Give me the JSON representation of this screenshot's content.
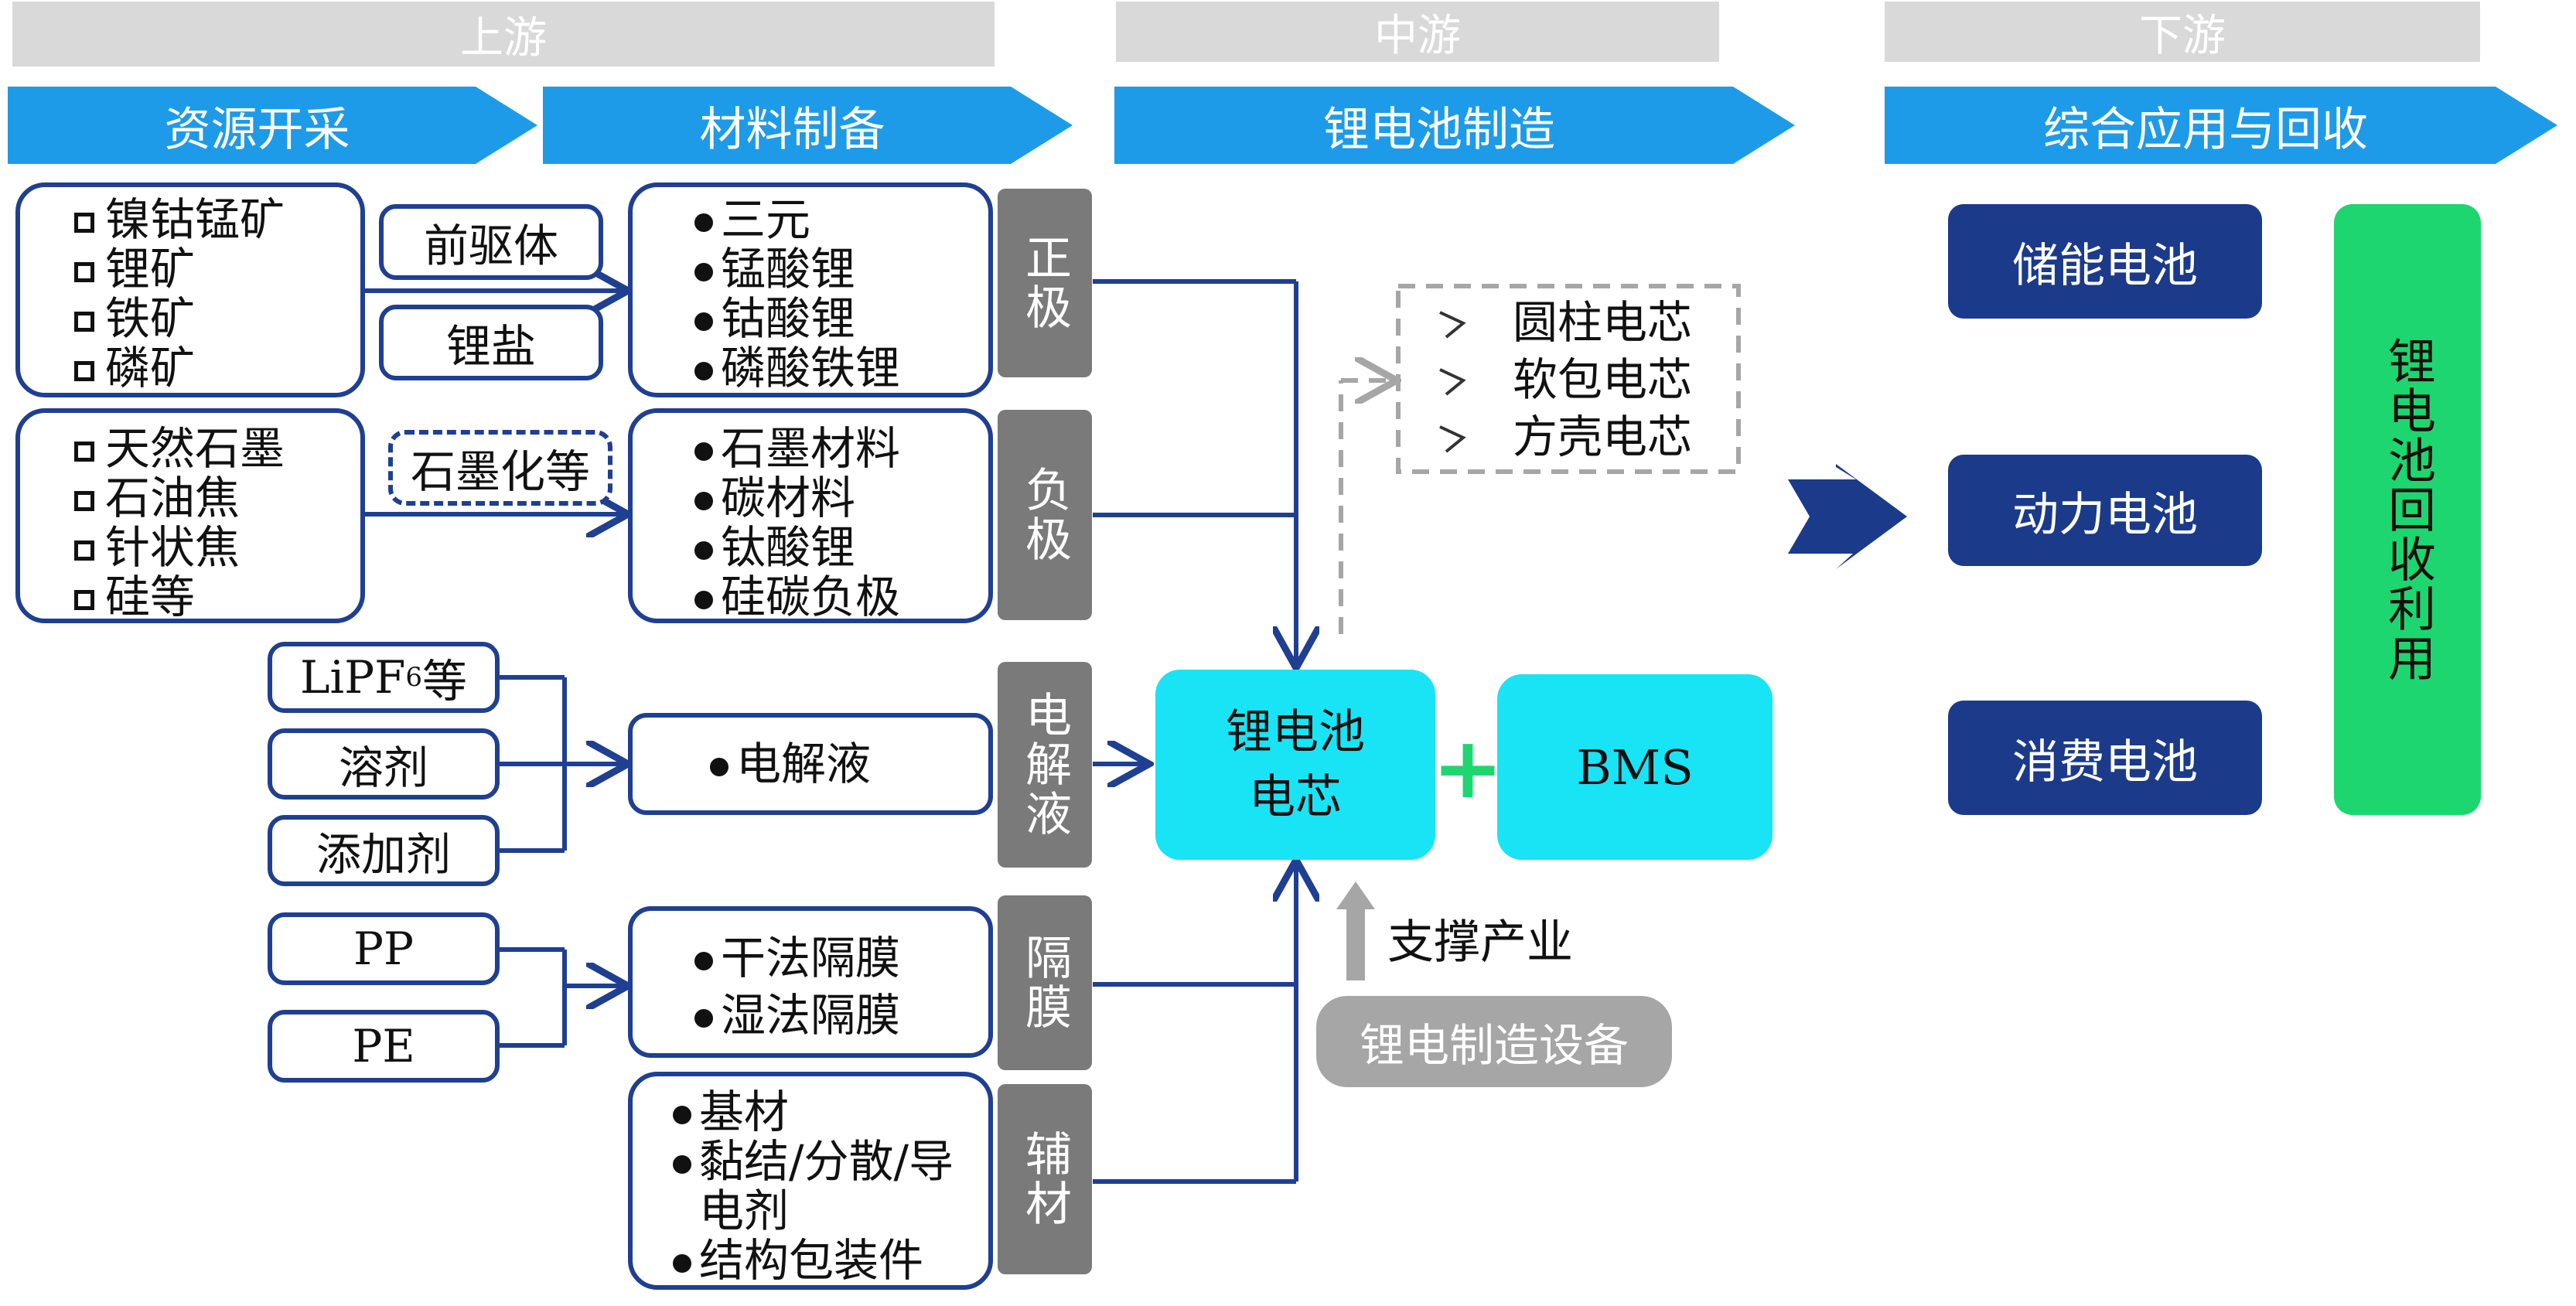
{
  "stages": {
    "upstream": "上游",
    "midstream": "中游",
    "downstream": "下游"
  },
  "headers": {
    "resource": "资源开采",
    "materials": "材料制备",
    "battery_mfg": "锂电池制造",
    "application": "综合应用与回收"
  },
  "raw_groups": [
    {
      "items": [
        "镍钴锰矿",
        "锂矿",
        "铁矿",
        "磷矿"
      ]
    },
    {
      "items": [
        "天然石墨",
        "石油焦",
        "针状焦",
        "硅等"
      ]
    }
  ],
  "intermediates": {
    "precursor": "前驱体",
    "lithium_salt": "锂盐",
    "graphitization": "石墨化等"
  },
  "material_groups": [
    {
      "items": [
        "三元",
        "锰酸锂",
        "钴酸锂",
        "磷酸铁锂"
      ]
    },
    {
      "items": [
        "石墨材料",
        "碳材料",
        "钛酸锂",
        "硅碳负极"
      ]
    },
    {
      "items": [
        "电解液"
      ]
    },
    {
      "items": [
        "干法隔膜",
        "湿法隔膜"
      ]
    },
    {
      "items": [
        "基材",
        "黏结/分散/导",
        "电剂",
        "结构包装件"
      ]
    }
  ],
  "electrolyte_inputs": {
    "lipf6": "LiPF",
    "lipf6_sub": "6",
    "lipf6_suffix": "等",
    "solvent": "溶剂",
    "additive": "添加剂"
  },
  "separator_inputs": [
    "PP",
    "PE"
  ],
  "component_labels": [
    "正极",
    "负极",
    "电解液",
    "隔膜",
    "辅材"
  ],
  "cell": {
    "line1": "锂电池",
    "line2": "电芯"
  },
  "bms": "BMS",
  "plus": "+",
  "cell_types": [
    "圆柱电芯",
    "软包电芯",
    "方壳电芯"
  ],
  "support": {
    "label": "支撑产业",
    "equipment": "锂电制造设备"
  },
  "applications": [
    "储能电池",
    "动力电池",
    "消费电池"
  ],
  "recycling": "锂电池回收利用",
  "colors": {
    "accent_blue": "#1e9be8",
    "navy": "#1b3a8a",
    "cyan": "#19e4f5",
    "green": "#1ed66f",
    "grey": "#7a7a7a"
  }
}
